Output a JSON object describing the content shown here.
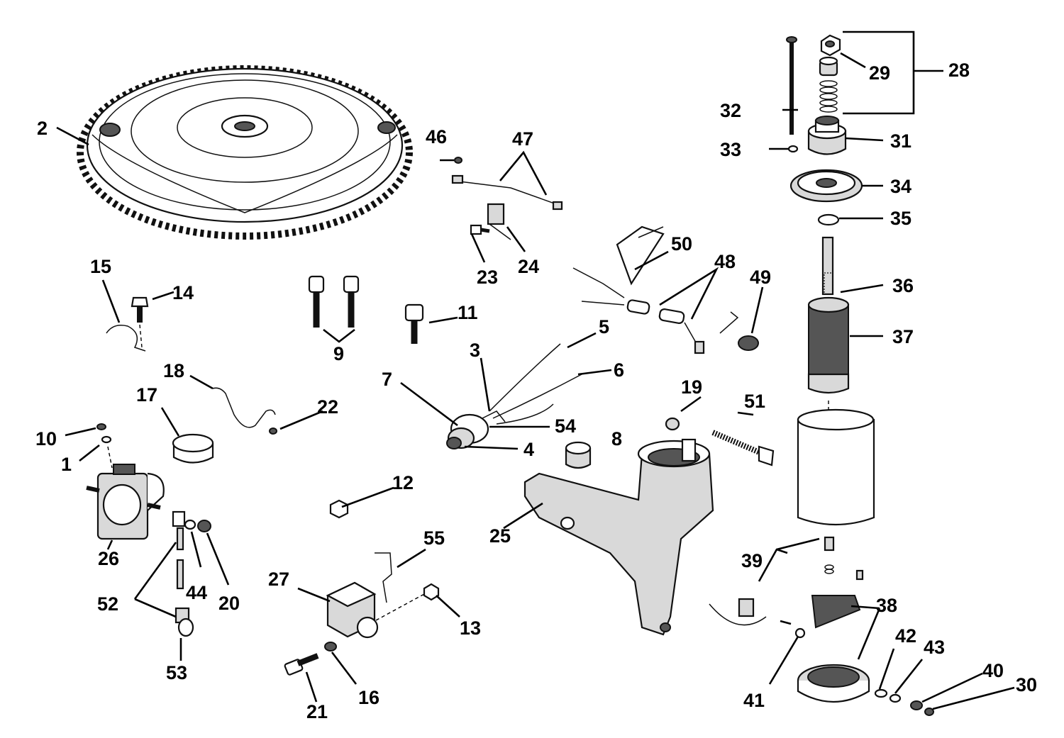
{
  "labels": {
    "l1": "1",
    "l2": "2",
    "l3": "3",
    "l4": "4",
    "l5": "5",
    "l6": "6",
    "l7": "7",
    "l8": "8",
    "l9": "9",
    "l10": "10",
    "l11": "11",
    "l12": "12",
    "l13": "13",
    "l14": "14",
    "l15": "15",
    "l16": "16",
    "l17": "17",
    "l18": "18",
    "l19": "19",
    "l20": "20",
    "l21": "21",
    "l22": "22",
    "l23": "23",
    "l24": "24",
    "l25": "25",
    "l26": "26",
    "l27": "27",
    "l28": "28",
    "l29": "29",
    "l30": "30",
    "l31": "31",
    "l32": "32",
    "l33": "33",
    "l34": "34",
    "l35": "35",
    "l36": "36",
    "l37": "37",
    "l38": "38",
    "l39": "39",
    "l40": "40",
    "l41": "41",
    "l42": "42",
    "l43": "43",
    "l44": "44",
    "l46": "46",
    "l47": "47",
    "l48": "48",
    "l49": "49",
    "l50": "50",
    "l51": "51",
    "l52": "52",
    "l53": "53",
    "l54": "54",
    "l55": "55"
  },
  "colors": {
    "ink": "#000000",
    "paper": "#ffffff",
    "shade": "#d9d9d9"
  }
}
